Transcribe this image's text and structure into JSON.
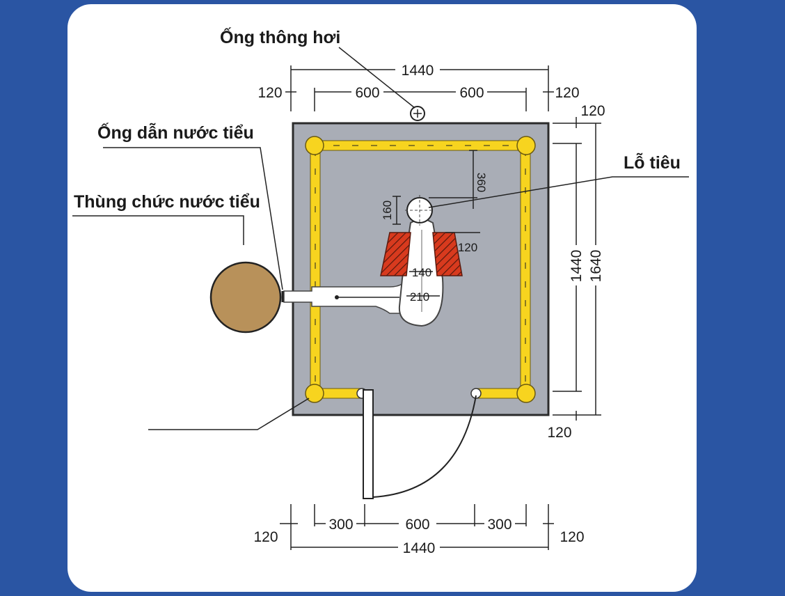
{
  "labels": {
    "vent_pipe": "Ống thông hơi",
    "urine_pipe": "Ống dẫn nước tiểu",
    "urine_tank": "Thùng chức nước tiểu",
    "hole": "Lỗ tiêu"
  },
  "dimensions": {
    "top_total": "1440",
    "top_left_wall": "120",
    "top_left_span": "600",
    "top_right_span": "600",
    "top_right_wall": "120",
    "right_top_wall": "120",
    "right_inner": "1440",
    "right_outer": "1640",
    "right_bottom_wall": "120",
    "hole_offset": "360",
    "hole_diameter": "160",
    "foot_gap": "120",
    "foot_width": "140",
    "channel_width": "210",
    "bottom_left_wall": "120",
    "bottom_left_span": "300",
    "bottom_door": "600",
    "bottom_right_span": "300",
    "bottom_right_wall": "120",
    "bottom_total": "1440"
  },
  "colors": {
    "background": "#2a55a3",
    "floor": "#a9adb6",
    "frame": "#f7d41f",
    "tank": "#b8915a",
    "footrest": "#d83a1e"
  }
}
